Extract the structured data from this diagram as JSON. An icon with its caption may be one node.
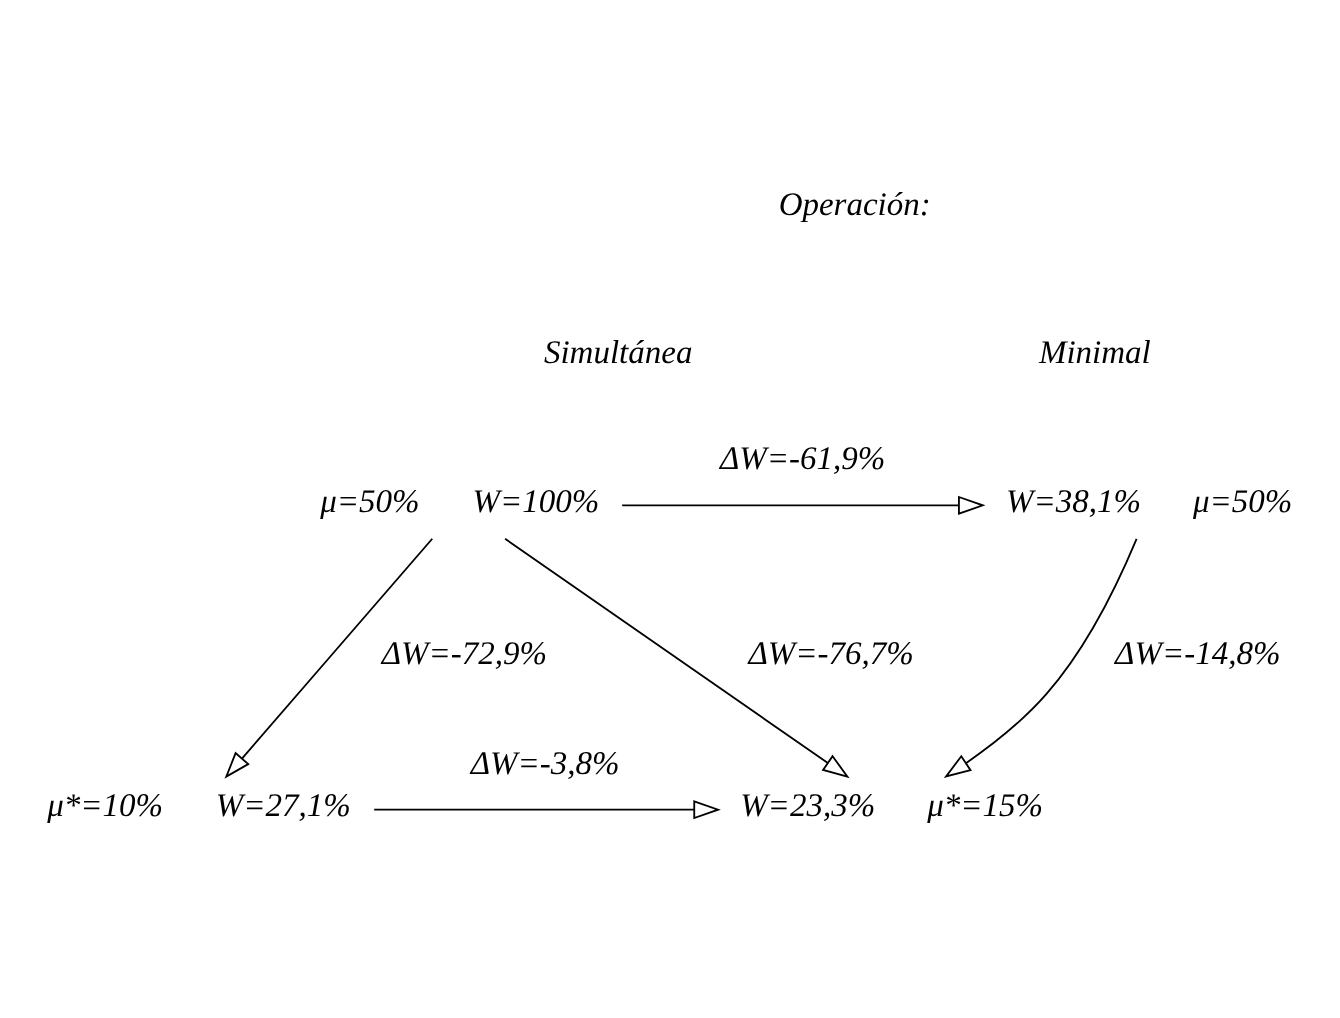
{
  "diagram": {
    "nodes": [
      {
        "text": [
          "W=100%"
        ],
        "beside": [
          "μ=50%"
        ]
      },
      {
        "text": [
          "W=38,1%"
        ],
        "beside": [
          "μ=50%"
        ]
      },
      {
        "text": [
          "W=27,1%"
        ],
        "beside": [
          "μ*=10%"
        ]
      },
      {
        "text": [
          "W=23,3%"
        ],
        "beside": [
          "μ*=15%"
        ]
      }
    ],
    "edges": [
      {
        "from": 0,
        "to": 1,
        "arrow": "to",
        "label": "ΔW=-61,9%"
      },
      {
        "from": 0,
        "to": 2,
        "arrow": "to",
        "label": "ΔW=-72,9%"
      },
      {
        "from": 0,
        "to": 3,
        "arrow": "to",
        "label": "ΔW=-76,7%"
      },
      {
        "from": 1,
        "to": 3,
        "arrow": "to",
        "label": "ΔW=-14,8%"
      },
      {
        "from": 2,
        "to": 3,
        "arrow": "to",
        "label": "ΔW=-3,8%"
      }
    ],
    "labels": [
      "Operación:",
      "Simultánea",
      "Minimal"
    ]
  }
}
